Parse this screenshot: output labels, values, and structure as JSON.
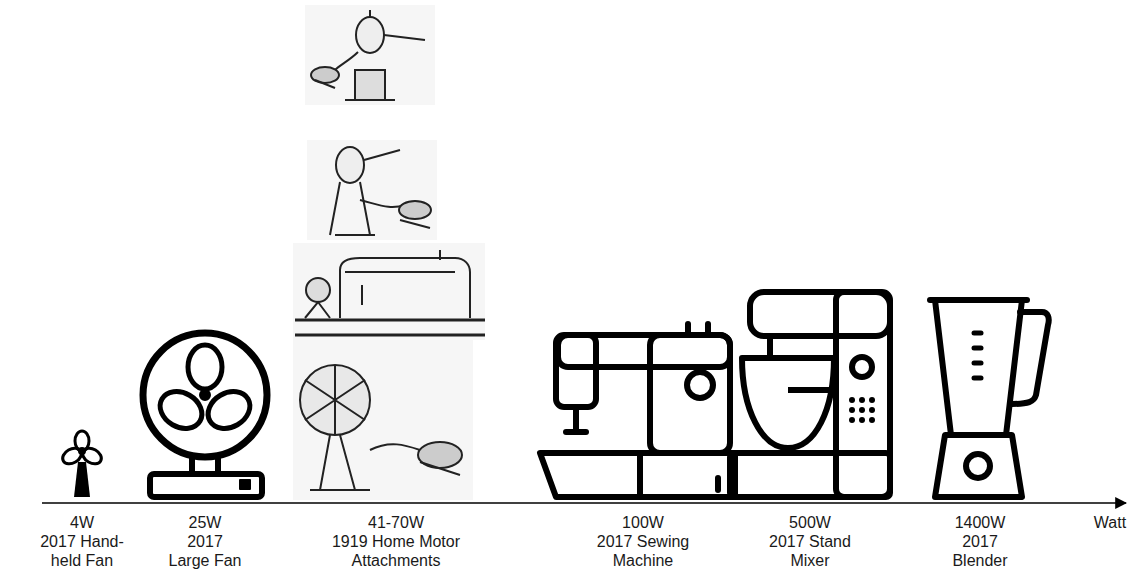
{
  "diagram": {
    "labels": [
      "4W",
      "2017 Hand- held Fan",
      "25W",
      "2017 Large Fan",
      "41-70W",
      "1919 Home Motor Attachments",
      "100W",
      "2017 Sewing Machine",
      "500W",
      "2017 Stand Mixer",
      "1400W",
      "2017 Blender",
      "Watt"
    ]
  }
}
